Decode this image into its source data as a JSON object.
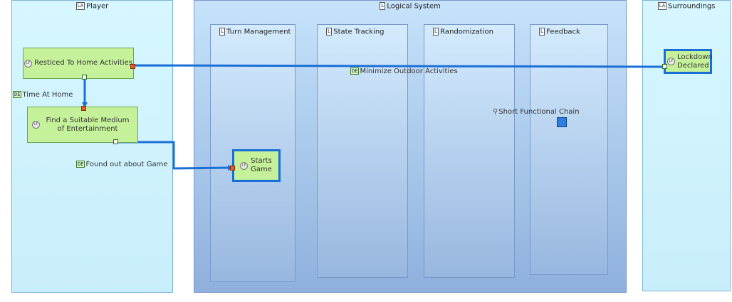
{
  "actors": {
    "player": {
      "glyph": "LA",
      "title": "Player"
    },
    "surroundings": {
      "glyph": "LA",
      "title": "Surroundings"
    }
  },
  "system": {
    "glyph": "L",
    "title": "Logical System",
    "lanes": [
      {
        "glyph": "L",
        "title": "Turn Management"
      },
      {
        "glyph": "L",
        "title": "State Tracking"
      },
      {
        "glyph": "L",
        "title": "Randomization"
      },
      {
        "glyph": "L",
        "title": "Feedback"
      }
    ]
  },
  "functions": {
    "restricted": "Resticed To Home Activities",
    "find_medium": "Find a Suitable Medium of Entertainment",
    "starts_game": "Starts Game",
    "lockdown": "Lockdown Declared"
  },
  "exchanges": {
    "minimize": "Minimize Outdoor Activities",
    "time_at_home": "Time At Home",
    "found_out": "Found out about Game",
    "exchange_glyph": "DE"
  },
  "chain": {
    "label": "Short Functional Chain",
    "icon": "chain-link-icon",
    "color": "#2f7fe0"
  },
  "colors": {
    "function_fill": "#c5f19a",
    "highlight": "#1a6fd6",
    "out_port": "#e45b2c",
    "actor_fill": "#d6f7ff",
    "system_fill": "#c6e3fb"
  }
}
